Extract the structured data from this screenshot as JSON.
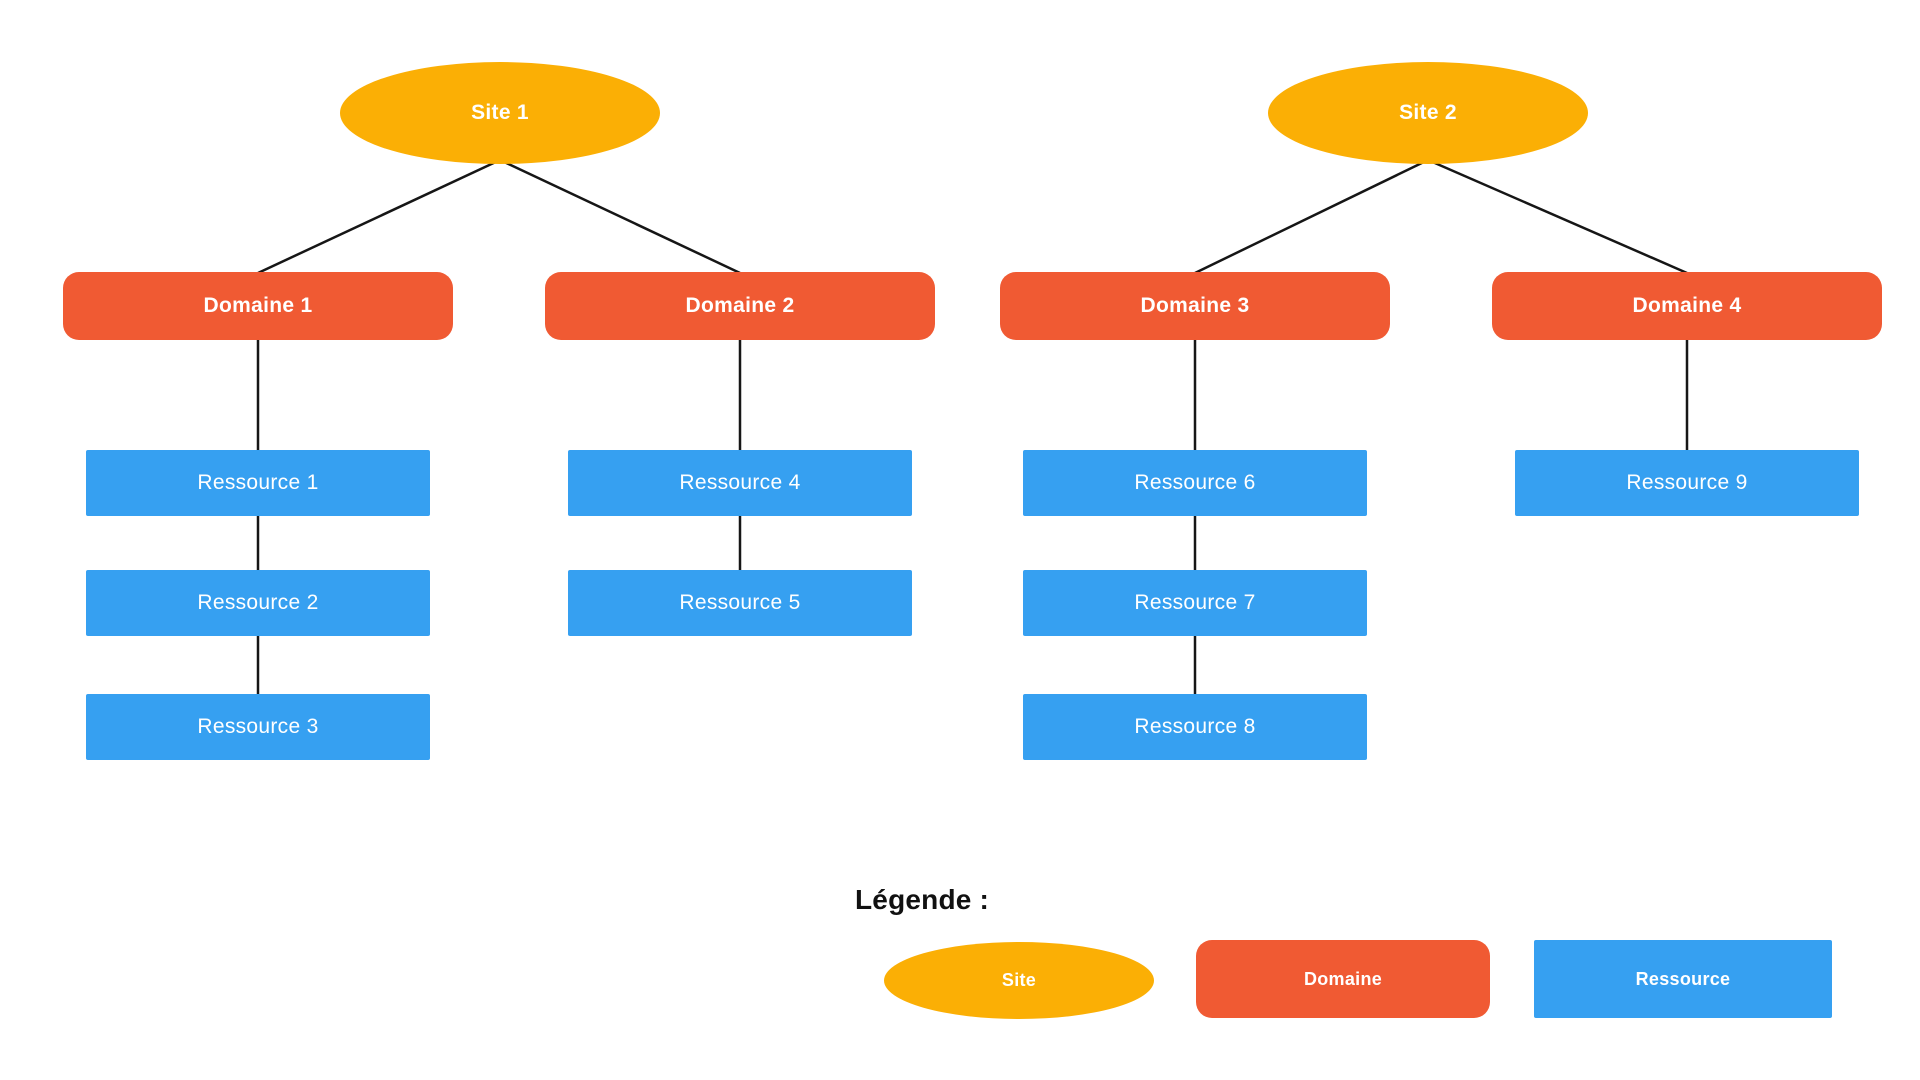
{
  "diagram": {
    "sites": [
      {
        "id": "site-1",
        "label": "Site 1"
      },
      {
        "id": "site-2",
        "label": "Site 2"
      }
    ],
    "domains": [
      {
        "id": "domaine-1",
        "label": "Domaine 1",
        "parent": "Site 1"
      },
      {
        "id": "domaine-2",
        "label": "Domaine 2",
        "parent": "Site 1"
      },
      {
        "id": "domaine-3",
        "label": "Domaine 3",
        "parent": "Site 2"
      },
      {
        "id": "domaine-4",
        "label": "Domaine 4",
        "parent": "Site 2"
      }
    ],
    "resources": [
      {
        "id": "ressource-1",
        "label": "Ressource 1",
        "parent": "Domaine 1"
      },
      {
        "id": "ressource-2",
        "label": "Ressource 2",
        "parent": "Ressource 1"
      },
      {
        "id": "ressource-3",
        "label": "Ressource 3",
        "parent": "Ressource 2"
      },
      {
        "id": "ressource-4",
        "label": "Ressource 4",
        "parent": "Domaine 2"
      },
      {
        "id": "ressource-5",
        "label": "Ressource 5",
        "parent": "Ressource 4"
      },
      {
        "id": "ressource-6",
        "label": "Ressource 6",
        "parent": "Domaine 3"
      },
      {
        "id": "ressource-7",
        "label": "Ressource 7",
        "parent": "Ressource 6"
      },
      {
        "id": "ressource-8",
        "label": "Ressource 8",
        "parent": "Ressource 7"
      },
      {
        "id": "ressource-9",
        "label": "Ressource 9",
        "parent": "Domaine 4"
      }
    ],
    "colors": {
      "site_fill": "#FBAF05",
      "domain_fill": "#F05A33",
      "resource_fill": "#36A0F1",
      "connector": "#161616",
      "node_text": "#FFFFFF",
      "background": "#FFFFFF"
    }
  },
  "legend": {
    "title": "Légende :",
    "title_color": "#111111",
    "items": [
      {
        "shape": "ellipse",
        "label": "Site",
        "color": "#FBAF05"
      },
      {
        "shape": "rounded-rect",
        "label": "Domaine",
        "color": "#F05A33"
      },
      {
        "shape": "rect",
        "label": "Ressource",
        "color": "#36A0F1"
      }
    ]
  }
}
